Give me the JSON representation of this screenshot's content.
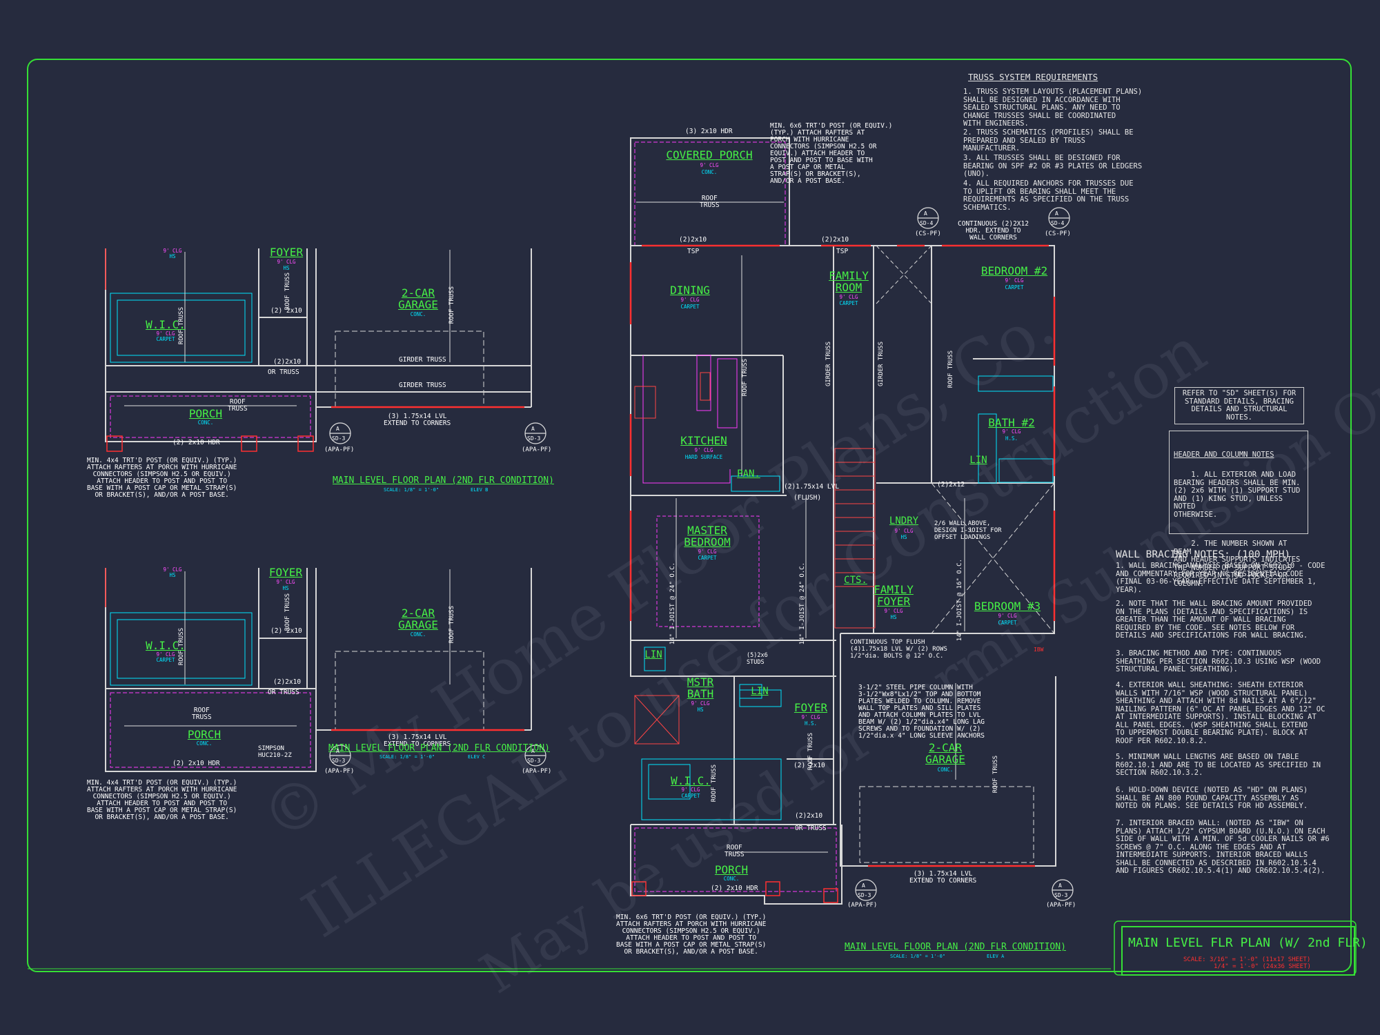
{
  "watermark": {
    "line1": "© My Home Floor Plans, Co.",
    "line2": "ILLEGAL to use for Construction",
    "line3": "May be used for Permit Submission Only"
  },
  "truss_notes": {
    "title": "TRUSS SYSTEM REQUIREMENTS",
    "n1": "1. TRUSS SYSTEM LAYOUTS (PLACEMENT PLANS)\nSHALL BE DESIGNED IN ACCORDANCE WITH\nSEALED STRUCTURAL PLANS. ANY NEED TO\nCHANGE TRUSSES SHALL BE COORDINATED\nWITH ENGINEERS.",
    "n2": "2. TRUSS SCHEMATICS (PROFILES) SHALL BE\nPREPARED AND SEALED BY TRUSS\nMANUFACTURER.",
    "n3": "3. ALL TRUSSES SHALL BE DESIGNED FOR\nBEARING ON SPF #2 OR #3 PLATES OR LEDGERS\n(UNO).",
    "n4": "4. ALL REQUIRED ANCHORS FOR TRUSSES DUE\nTO UPLIFT OR BEARING SHALL MEET THE\nREQUIREMENTS AS SPECIFIED ON THE TRUSS\nSCHEMATICS."
  },
  "refer_note": "REFER TO \"SD\" SHEET(S) FOR\nSTANDARD DETAILS, BRACING\nDETAILS AND STRUCTURAL NOTES.",
  "header_notes": {
    "title": "HEADER AND COLUMN NOTES",
    "n1": "1. ALL EXTERIOR AND LOAD\nBEARING HEADERS SHALL BE MIN.\n(2) 2x6 WITH (1) SUPPORT STUD\nAND (1) KING STUD, UNLESS NOTED\nOTHERWISE.",
    "n2": "2. THE NUMBER SHOWN AT BEAM\nAND HEADER SUPPORTS INDICATES\nTHE NUMBER OF SUPPORT STUDS\nREQUIRED IN STUD POCKET OR\nCOLUMN."
  },
  "wall_bracing": {
    "title": "WALL BRACING NOTES: (100 MPH)",
    "n1": "1. WALL BRACING ANALYSIS BASED ON R602.10 - CODE\nAND COMMENTARY FOR YEAR NC RESIDENTIAL CODE\n(FINAL 03-06-YEAR; EFFECTIVE DATE SEPTEMBER 1,\nYEAR).",
    "n2": "2. NOTE THAT THE WALL BRACING AMOUNT PROVIDED\nON THE PLANS (DETAILS AND SPECIFICATIONS) IS\nGREATER THAN THE AMOUNT OF WALL BRACING\nREQUIRED BY THE CODE. SEE NOTES BELOW FOR\nDETAILS AND SPECIFICATIONS FOR WALL BRACING.",
    "n3": "3. BRACING METHOD AND TYPE: CONTINUOUS\nSHEATHING PER SECTION R602.10.3 USING WSP (WOOD\nSTRUCTURAL PANEL SHEATHING).",
    "n4": "4. EXTERIOR WALL SHEATHING: SHEATH EXTERIOR\nWALLS WITH 7/16\" WSP (WOOD STRUCTURAL PANEL)\nSHEATHING AND ATTACH WITH 8d NAILS AT A 6\"/12\"\nNAILING PATTERN (6\" OC AT PANEL EDGES AND 12\" OC\nAT INTERMEDIATE SUPPORTS). INSTALL BLOCKING AT\nALL PANEL EDGES. (WSP SHEATHING SHALL EXTEND\nTO UPPERMOST DOUBLE BEARING PLATE). BLOCK AT\nROOF PER R602.10.8.2.",
    "n5": "5. MINIMUM WALL LENGTHS ARE BASED ON TABLE\nR602.10.1 AND ARE TO BE LOCATED AS SPECIFIED IN\nSECTION R602.10.3.2.",
    "n6": "6. HOLD-DOWN DEVICE (NOTED AS \"HD\" ON PLANS)\nSHALL BE AN 800 POUND CAPACITY ASSEMBLY AS\nNOTED ON PLANS. SEE DETAILS FOR HD ASSEMBLY.",
    "n7": "7. INTERIOR BRACED WALL: (NOTED AS \"IBW\" ON\nPLANS) ATTACH 1/2\" GYPSUM BOARD (U.N.O.) ON EACH\nSIDE OF WALL WITH A MIN. OF 5d COOLER NAILS OR #6\nSCREWS @ 7\" O.C. ALONG THE EDGES AND AT\nINTERMEDIATE SUPPORTS. INTERIOR BRACED WALLS\nSHALL BE CONNECTED AS DESCRIBED IN R602.10.5.4\nAND FIGURES CR602.10.5.4(1) AND CR602.10.5.4(2)."
  },
  "title_block": {
    "title": "MAIN LEVEL FLR PLAN (W/ 2nd FLR)",
    "scale_label": "SCALE:",
    "scale1": "3/16\" = 1'-0\" (11x17 SHEET)",
    "scale2": "1/4\" = 1'-0\" (24x36 SHEET)"
  },
  "plan_a": {
    "caption": "MAIN LEVEL FLOOR PLAN (2ND FLR CONDITION)",
    "scale": "SCALE: 1/8\" = 1'-0\"",
    "elev": "ELEV A",
    "covered_porch": "COVERED PORCH",
    "covered_porch_clg": "9' CLG",
    "covered_porch_floor": "CONC.",
    "dining": "DINING",
    "dining_clg": "9' CLG",
    "dining_floor": "CARPET",
    "family_room": "FAMILY\nROOM",
    "family_room_clg": "9' CLG",
    "family_room_floor": "CARPET",
    "bedroom2": "BEDROOM #2",
    "bedroom2_clg": "9' CLG",
    "bedroom2_floor": "CARPET",
    "kitchen": "KITCHEN",
    "kitchen_clg": "9' CLG",
    "kitchen_floor": "HARD SURFACE",
    "pan": "PAN.",
    "bath2": "BATH #2",
    "bath2_clg": "9' CLG",
    "bath2_floor": "H.S.",
    "lin1": "LIN",
    "master_bedroom": "MASTER\nBEDROOM",
    "master_bedroom_clg": "9' CLG",
    "master_bedroom_floor": "CARPET",
    "lndry": "LNDRY",
    "lndry_clg": "9' CLG",
    "lndry_floor": "HS",
    "cts": "CTS.",
    "family_foyer": "FAMILY\nFOYER",
    "family_foyer_clg": "9' CLG",
    "family_foyer_floor": "HS",
    "bedroom3": "BEDROOM #3",
    "bedroom3_clg": "9' CLG",
    "bedroom3_floor": "CARPET",
    "lin2": "LIN",
    "mstr_bath": "MSTR\nBATH",
    "mstr_bath_clg": "9' CLG",
    "mstr_bath_floor": "HS",
    "lin3": "LIN",
    "foyer": "FOYER",
    "foyer_clg": "9' CLG",
    "foyer_floor": "H.S.",
    "garage": "2-CAR\nGARAGE",
    "garage_floor": "CONC.",
    "wic": "W.I.C.",
    "wic_clg": "9' CLG",
    "wic_floor": "CARPET",
    "porch": "PORCH",
    "porch_floor": "CONC.",
    "hdr_top": "(3) 2x10 HDR",
    "roof_truss": "ROOF\nTRUSS",
    "hdr_2x10_a": "(2)2x10",
    "tsp_a": "TSP",
    "hdr_2x10_b": "(2)2x10",
    "tsp_b": "TSP",
    "lvl_175": "(2)1.75x14 LVL",
    "flush": "(FLUSH)",
    "hdr_2x12": "(2)2x12",
    "wall_above": "2/6 WALL ABOVE,\nDESIGN I-JOIST FOR\nOFFSET LOADINGS",
    "joist1": "14\" I-JOIST\n@ 24\" O.C.",
    "joist2": "14\" I-JOIST\n@ 24\" O.C.",
    "joist3": "14\" I-JOIST\n@ 16\" O.C.",
    "girder1": "GIRDER TRUSS",
    "girder2": "GIRDER TRUSS",
    "top_flush": "CONTINUOUS TOP FLUSH\n(4)1.75x18 LVL W/ (2) ROWS\n1/2\"dia. BOLTS @ 12\" O.C.",
    "studs": "(5)2x6\nSTUDS",
    "steel_pipe": "3-1/2\" STEEL PIPE COLUMN WITH\n3-1/2\"Wx8\"Lx1/2\" TOP AND BOTTOM\nPLATES WELDED TO COLUMN. REMOVE\nWALL TOP PLATES AND SILL PLATES\nAND ATTACH COLUMN PLATES TO LVL\nBEAM W/ (2) 1/2\"dia.x4\" LONG LAG\nSCREWS AND TO FOUNDATION W/ (2)\n1/2\"dia.x 4\" LONG SLEEVE ANCHORS",
    "hdr_2x10_c": "(2) 2x10",
    "hdr_2x10_d": "(2)2x10",
    "or_truss": "OR TRUSS",
    "porch_hdr": "(2) 2x10 HDR",
    "lvl_bottom": "(3) 1.75x14 LVL\nEXTEND TO CORNERS",
    "cont_hdr": "CONTINUOUS (2)2X12\nHDR. EXTEND TO\nWALL CORNERS",
    "cs_pf1": "(CS-PF)",
    "cs_pf2": "(CS-PF)",
    "apa_pf1": "(APA-PF)",
    "apa_pf2": "(APA-PF)",
    "ibw": "IBW",
    "post_note_top": "MIN. 6x6 TRT'D POST (OR EQUIV.)\n(TYP.) ATTACH RAFTERS AT\nPORCH WITH HURRICANE\nCONNECTORS (SIMPSON H2.5 OR\nEQUIV.) ATTACH HEADER TO\nPOST AND POST TO BASE WITH\nA POST CAP OR METAL\nSTRAP(S) OR BRACKET(S),\nAND/OR A POST BASE.",
    "post_note_bottom": "MIN. 6x6 TRT'D POST (OR EQUIV.) (TYP.)\nATTACH RAFTERS AT PORCH WITH HURRICANE\nCONNECTORS (SIMPSON H2.5 OR EQUIV.)\nATTACH HEADER TO POST AND POST TO\nBASE WITH A POST CAP OR METAL STRAP(S)\nOR BRACKET(S), AND/OR A POST BASE."
  },
  "plan_b": {
    "caption": "MAIN LEVEL FLOOR PLAN (2ND FLR CONDITION)",
    "scale": "SCALE: 1/8\" = 1'-0\"",
    "elev": "ELEV B",
    "foyer": "FOYER",
    "foyer_clg": "9' CLG",
    "foyer_floor": "HS",
    "garage": "2-CAR\nGARAGE",
    "garage_floor": "CONC.",
    "wic": "W.I.C.",
    "wic_clg": "9' CLG",
    "wic_floor": "CARPET",
    "porch": "PORCH",
    "porch_floor": "CONC.",
    "top_clg": "9' CLG",
    "top_floor": "HS",
    "hdr_2x10_a": "(2) 2x10",
    "hdr_2x10_b": "(2)2x10",
    "or_truss": "OR TRUSS",
    "girder1": "GIRDER TRUSS",
    "girder2": "GIRDER TRUSS",
    "roof_truss": "ROOF\nTRUSS",
    "lvl": "(3) 1.75x14 LVL\nEXTEND TO CORNERS",
    "porch_hdr": "(2) 2x10 HDR",
    "apa_pf1": "(APA-PF)",
    "apa_pf2": "(APA-PF)",
    "post_note": "MIN. 4x4 TRT'D POST (OR EQUIV.) (TYP.)\nATTACH RAFTERS AT PORCH WITH HURRICANE\nCONNECTORS (SIMPSON H2.5 OR EQUIV.)\nATTACH HEADER TO POST AND POST TO\nBASE WITH A POST CAP OR METAL STRAP(S)\nOR BRACKET(S), AND/OR A POST BASE."
  },
  "plan_c": {
    "caption": "MAIN LEVEL FLOOR PLAN (2ND FLR CONDITION)",
    "scale": "SCALE: 1/8\" = 1'-0\"",
    "elev": "ELEV C",
    "foyer": "FOYER",
    "foyer_clg": "9' CLG",
    "foyer_floor": "HS",
    "garage": "2-CAR\nGARAGE",
    "garage_floor": "CONC.",
    "wic": "W.I.C.",
    "wic_clg": "9' CLG",
    "wic_floor": "CARPET",
    "porch": "PORCH",
    "porch_floor": "CONC.",
    "top_clg": "9' CLG",
    "top_floor": "HS",
    "hdr_2x10_a": "(2) 2x10",
    "hdr_2x10_b": "(2)2x10",
    "or_truss": "OR TRUSS",
    "roof_truss": "ROOF\nTRUSS",
    "lvl": "(3) 1.75x14 LVL\nEXTEND TO CORNERS",
    "simpson": "SIMPSON\nHUC210-2Z",
    "porch_hdr": "(2) 2x10 HDR",
    "apa_pf1": "(APA-PF)",
    "apa_pf2": "(APA-PF)",
    "post_note": "MIN. 4x4 TRT'D POST (OR EQUIV.) (TYP.)\nATTACH RAFTERS AT PORCH WITH HURRICANE\nCONNECTORS (SIMPSON H2.5 OR EQUIV.)\nATTACH HEADER TO POST AND POST TO\nBASE WITH A POST CAP OR METAL STRAP(S)\nOR BRACKET(S), AND/OR A POST BASE."
  },
  "roof_truss_vertical": "ROOF\nTRUSS",
  "detail_tags": {
    "sd3": "SD-3",
    "sd4": "SD-4",
    "a": "A"
  }
}
